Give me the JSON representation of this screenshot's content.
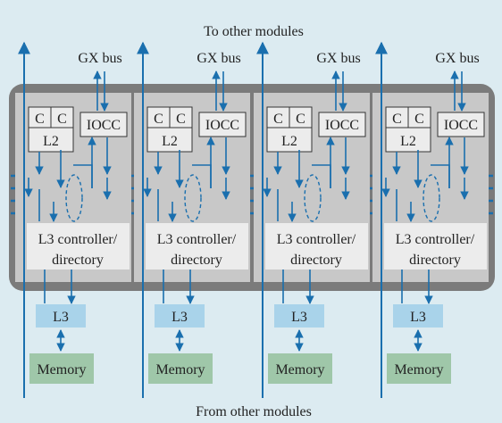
{
  "title_top": "To other modules",
  "title_bottom": "From other modules",
  "gx_bus_label": "GX bus",
  "core_label": "C",
  "l2_label": "L2",
  "iocc_label": "IOCC",
  "l3_ctrl_line1": "L3 controller/",
  "l3_ctrl_line2": "directory",
  "l3_label": "L3",
  "memory_label": "Memory",
  "colors": {
    "background": "#dcebf1",
    "module_frame": "#7b7b7b",
    "chip_fill": "#c8c8c8",
    "inner_box": "#ececec",
    "bus_line": "#1a6fae",
    "l3_fill": "#a9d3ea",
    "memory_fill": "#9fc7a9"
  },
  "module_count": 4
}
